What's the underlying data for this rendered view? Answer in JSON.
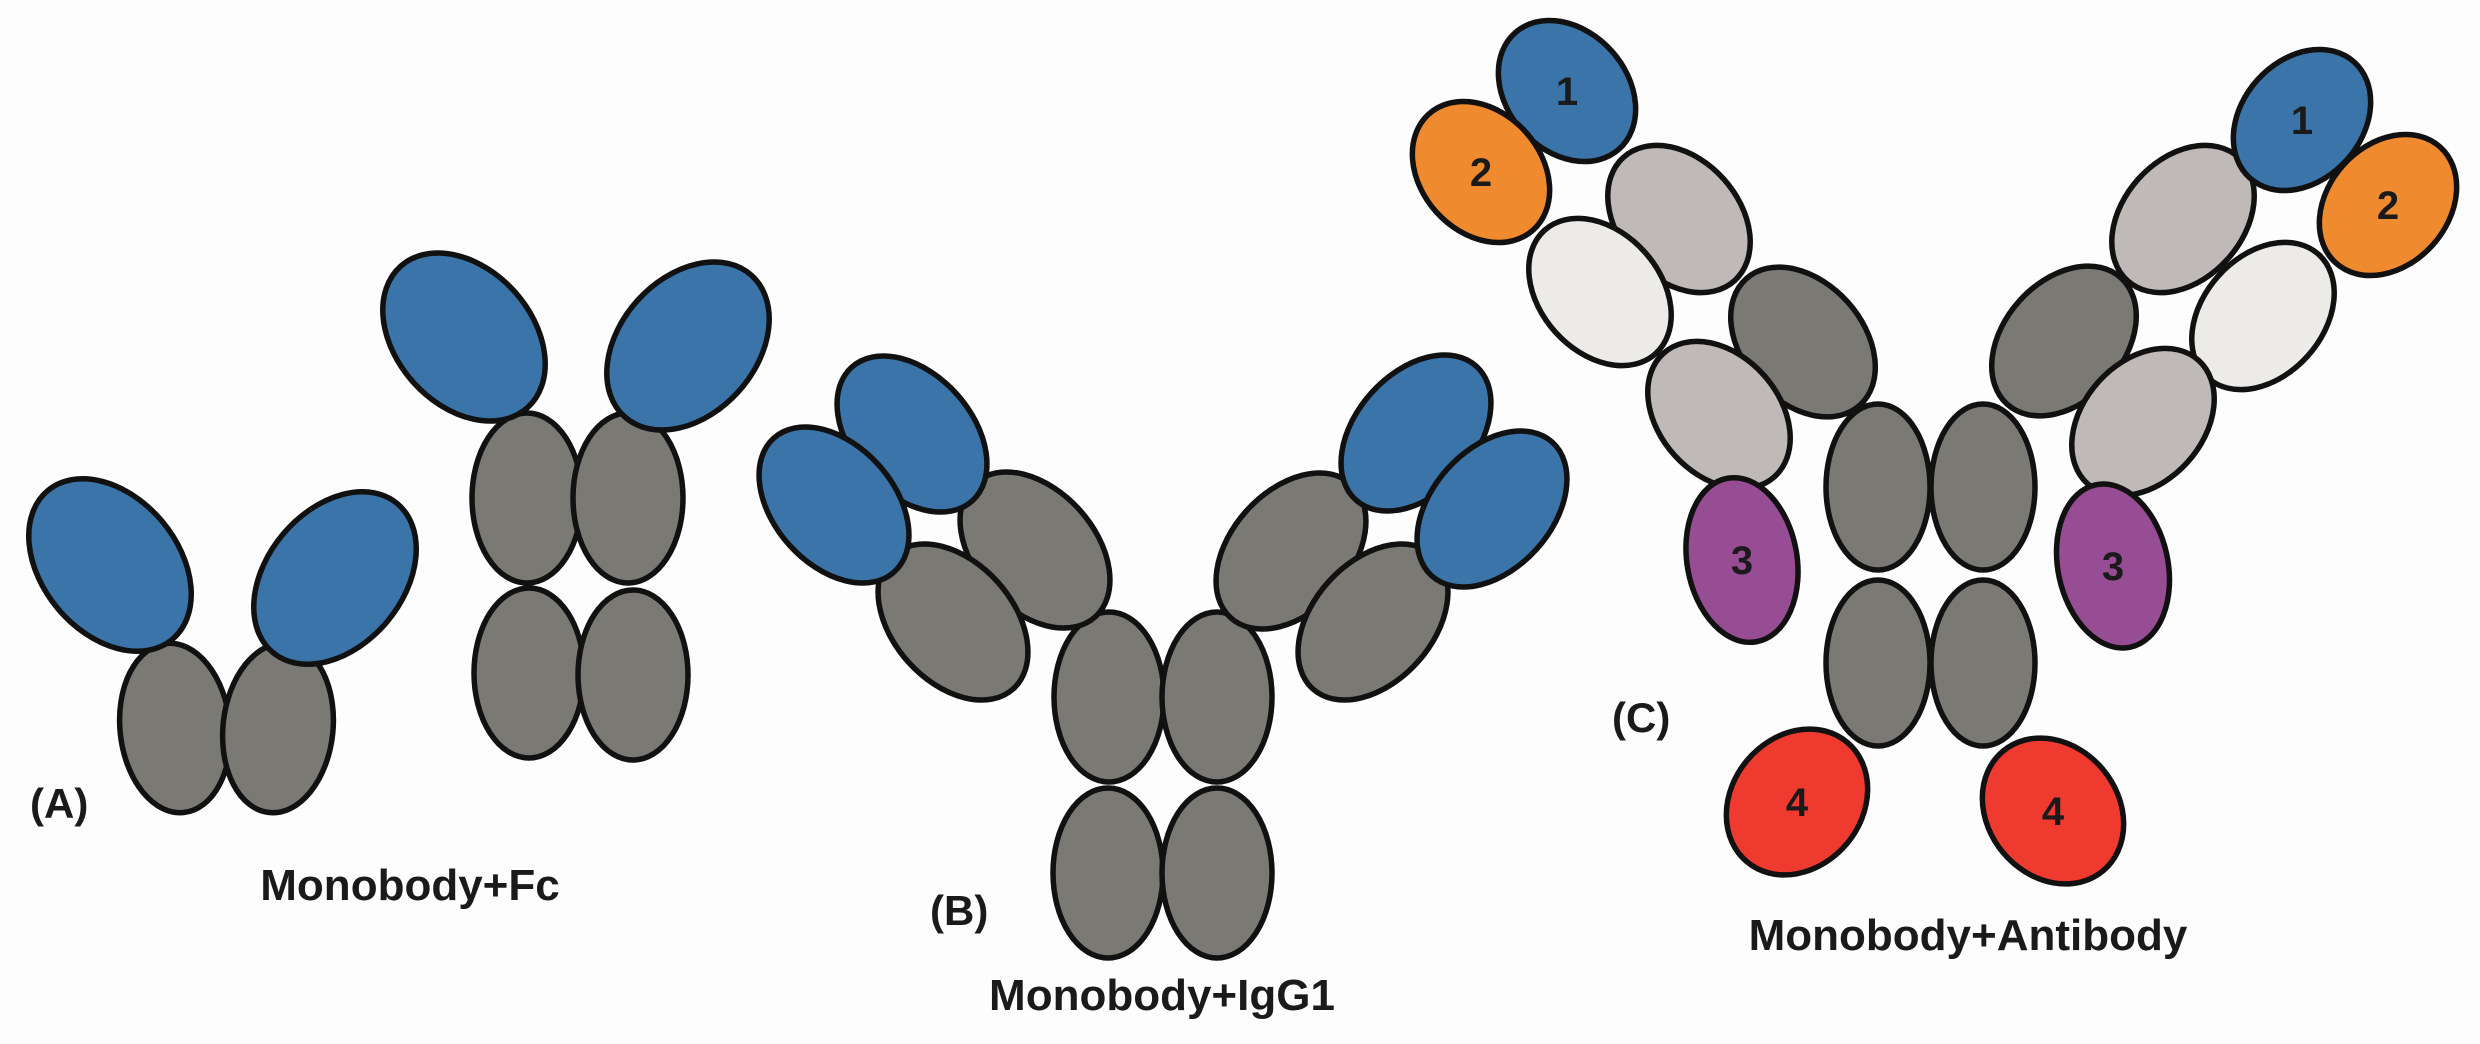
{
  "colors": {
    "monobody": "#3a74a8",
    "constant_dark": "#7a7974",
    "variable_light": "#bfbab7",
    "light_chain": "#ecebe7",
    "domain_2": "#f08a2e",
    "domain_3": "#964d94",
    "domain_4": "#ef3a30",
    "outline": "#111111"
  },
  "panels": {
    "a": {
      "tag": "(A)",
      "caption": "Monobody+Fc"
    },
    "b": {
      "tag": "(B)",
      "caption": "Monobody+IgG1"
    },
    "c": {
      "tag": "(C)",
      "caption": "Monobody+Antibody"
    }
  },
  "domain_numbers": {
    "d1": "1",
    "d2": "2",
    "d3": "3",
    "d4": "4"
  }
}
